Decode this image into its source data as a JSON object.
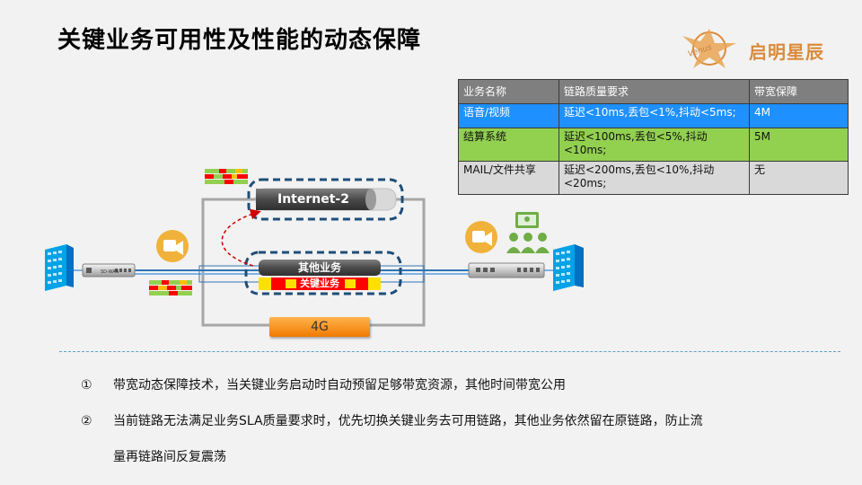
{
  "slide": {
    "title": "关键业务可用性及性能的动态保障"
  },
  "logo": {
    "text": "启明星辰",
    "sub": "Venus"
  },
  "sla_table": {
    "headers": [
      "业务名称",
      "链路质量要求",
      "带宽保障"
    ],
    "rows": [
      {
        "name": "语音/视频",
        "requirement": "延迟<10ms,丢包<1%,抖动<5ms;",
        "bandwidth": "4M",
        "color": "#1e90ff"
      },
      {
        "name": "结算系统",
        "requirement": "延迟<100ms,丢包<5%,抖动<10ms;",
        "bandwidth": "5M",
        "color": "#92d050"
      },
      {
        "name": "MAIL/文件共享",
        "requirement": "延迟<200ms,丢包<10%,抖动<20ms;",
        "bandwidth": "无",
        "color": "#d9d9d9"
      }
    ]
  },
  "diagram": {
    "internet_link": "Internet-2",
    "other_traffic": "其他业务",
    "critical_traffic": "关键业务",
    "lte_link": "4G",
    "sdwan_device_label": "SD-WAN"
  },
  "notes": [
    {
      "num": "①",
      "text": "带宽动态保障技术，当关键业务启动时自动预留足够带宽资源，其他时间带宽公用"
    },
    {
      "num": "②",
      "text": "当前链路无法满足业务SLA质量要求时，优先切换关键业务去可用链路，其他业务依然留在原链路，防止流"
    },
    {
      "num": "",
      "text": "量再链路间反复震荡"
    }
  ],
  "colors": {
    "accent_blue": "#1e90ff",
    "accent_green": "#92d050",
    "dashed_outline": "#1f4e79",
    "critical_red": "#ff0000",
    "critical_yellow": "#ffe000",
    "lte_orange": "#f07a00"
  }
}
